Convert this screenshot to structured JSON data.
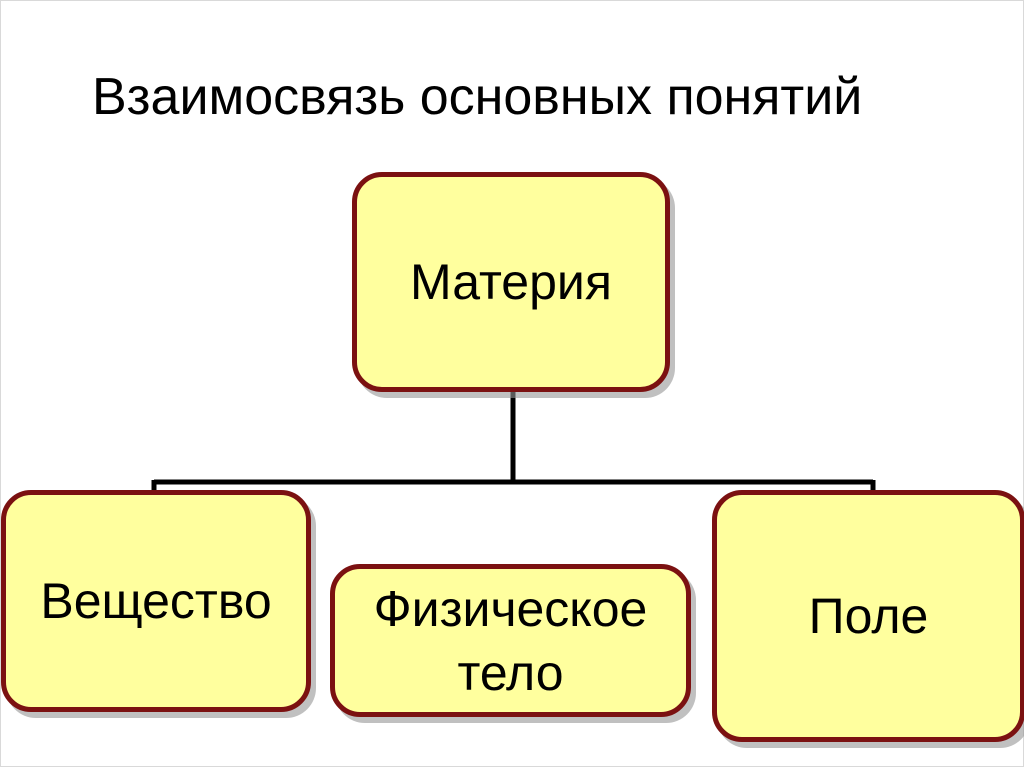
{
  "title": "Взаимосвязь основных понятий",
  "diagram": {
    "root": "Материя",
    "children": [
      {
        "id": "left",
        "label": "Вещество"
      },
      {
        "id": "mid",
        "label_lines": [
          "Физическое",
          "тело"
        ]
      },
      {
        "id": "right",
        "label": "Поле"
      }
    ]
  },
  "colors": {
    "node_fill": "#ffff9e",
    "node_border": "#7b1111",
    "connector": "#000000"
  }
}
